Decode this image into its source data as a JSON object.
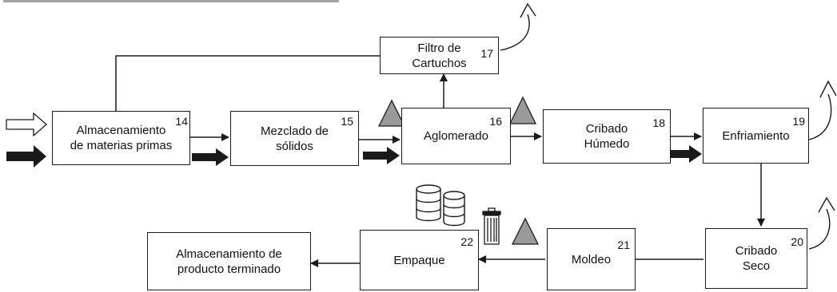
{
  "process": {
    "almacenamiento_mp": {
      "label": "Almacenamiento\nde materias primas",
      "number": "14"
    },
    "mezclado": {
      "label": "Mezclado de\nsólidos",
      "number": "15"
    },
    "aglomerado": {
      "label": "Aglomerado",
      "number": "16"
    },
    "filtro": {
      "label": "Filtro de\nCartuchos",
      "number": "17"
    },
    "cribado_humedo": {
      "label": "Cribado\nHúmedo",
      "number": "18"
    },
    "enfriamiento": {
      "label": "Enfriamiento",
      "number": "19"
    },
    "cribado_seco": {
      "label": "Cribado\nSeco",
      "number": "20"
    },
    "moldeo": {
      "label": "Moldeo",
      "number": "21"
    },
    "empaque": {
      "label": "Empaque",
      "number": "22"
    },
    "almacenamiento_pt": {
      "label": "Almacenamiento de\nproducto terminado"
    }
  },
  "icons": {
    "emission": "curved-up-arrow-icon",
    "dust_hazard": "triangle-hazard-icon",
    "input_open": "open-arrow-icon",
    "input_solid": "solid-arrow-icon",
    "recycle_material": "storage-tanks-icon",
    "waste": "trash-bin-icon"
  },
  "colors": {
    "line": "#1a1a1a",
    "hazard_fill": "#9a9a9a"
  }
}
